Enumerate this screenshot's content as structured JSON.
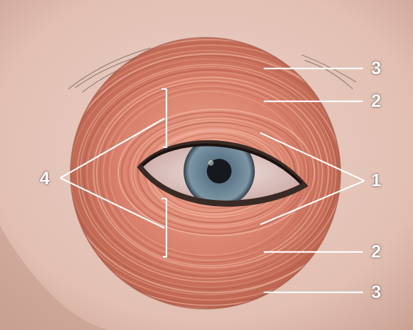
{
  "labels": {
    "top_outer": "3",
    "top_middle": "2",
    "right_inner": "1",
    "bottom_middle": "2",
    "bottom_outer": "3",
    "left": "4"
  },
  "colors": {
    "skin": "#e4c2b6",
    "muscle": "#d8806c",
    "muscle_dark": "#a8503f",
    "muscle_light": "#f0a892",
    "iris": "#5d7789",
    "pupil": "#15181c",
    "leader_line": "#ffffff"
  }
}
